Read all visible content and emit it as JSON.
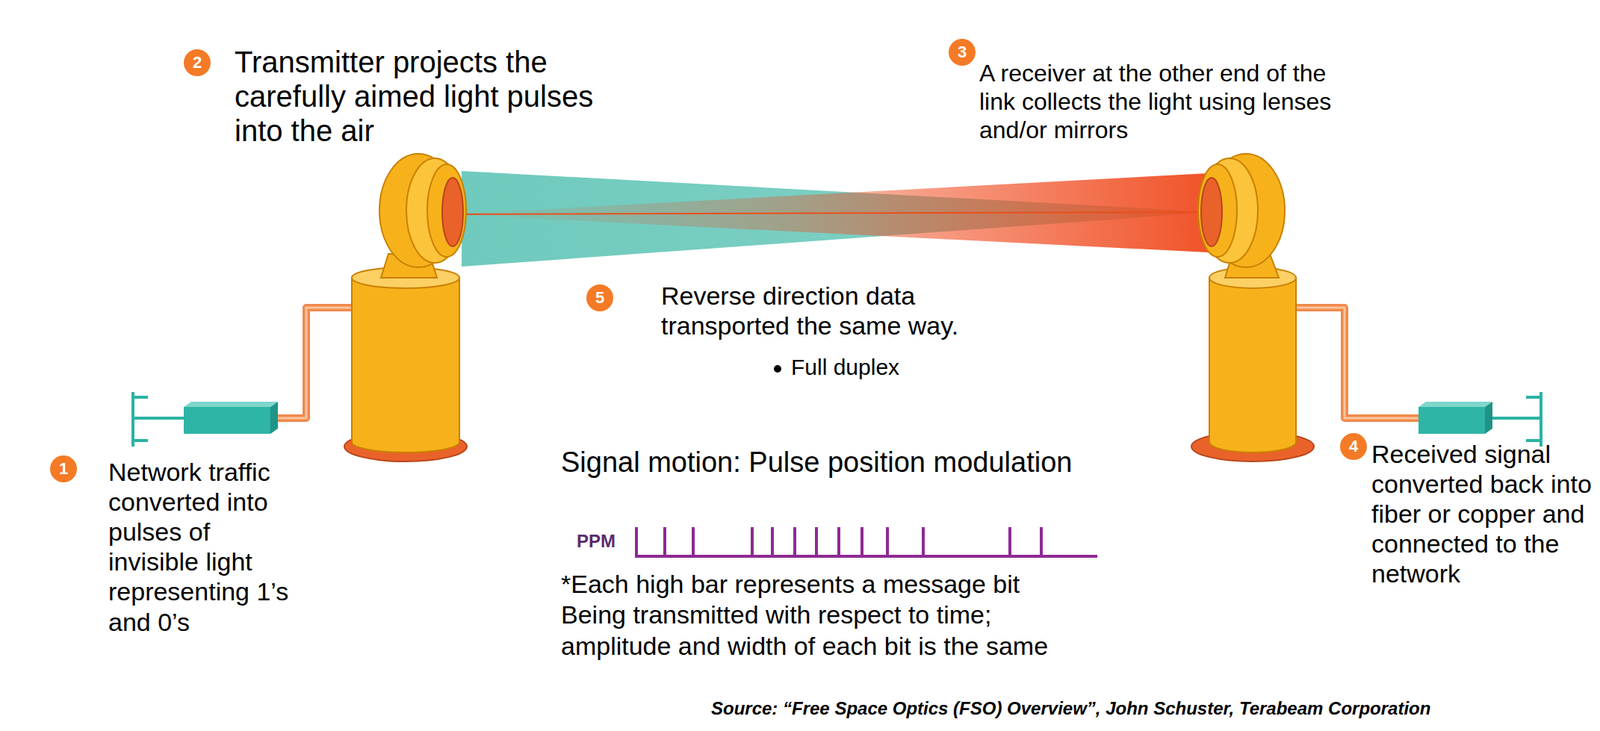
{
  "diagram": {
    "labels": [
      "2",
      "Transmitter projects the carefully aimed light pulses into the air",
      "3",
      "A receiver at the other end of the link collects the light using lenses and/or mirrors",
      "5",
      "Reverse direction data transported the same way.",
      "Full duplex",
      "1",
      "Network traffic converted into pulses of invisible light representing 1’s and 0’s",
      "Signal motion: Pulse position modulation",
      "PPM",
      "*Each high bar represents a message bit Being transmitted with respect to time; amplitude and width of each bit is the same",
      "4",
      "Received signal converted back into fiber or copper and connected to the network",
      "Source: “Free Space Optics (FSO) Overview”, John Schuster, Terabeam Corporation"
    ]
  }
}
